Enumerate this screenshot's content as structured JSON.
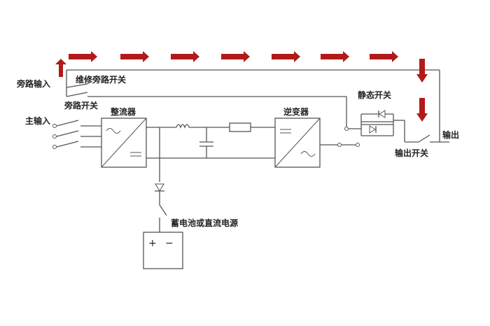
{
  "labels": {
    "bypass_input": "旁路输入",
    "maintenance_bypass_switch": "维修旁路开关",
    "bypass_switch": "旁路开关",
    "main_input": "主输入",
    "rectifier": "整流器",
    "inverter": "逆变器",
    "static_switch": "静态开关",
    "output": "输出",
    "output_switch": "输出开关",
    "battery_dc_source": "蓄电池或直流电源",
    "battery_plus": "+",
    "battery_minus": "−"
  },
  "colors": {
    "arrow": "#b21a1a",
    "wire": "#555555"
  }
}
